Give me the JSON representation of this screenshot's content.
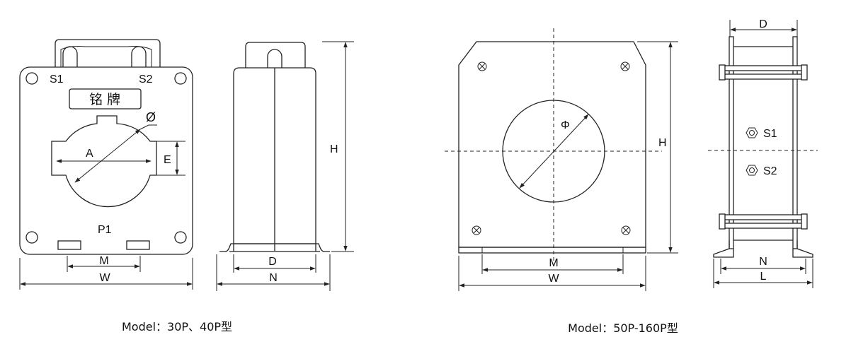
{
  "left_front": {
    "label_s1": "S1",
    "label_s2": "S2",
    "nameplate": "铭 牌",
    "label_phi": "Ø",
    "label_a": "A",
    "label_e": "E",
    "label_p1": "P1",
    "label_m": "M",
    "label_w": "W"
  },
  "left_side": {
    "label_h": "H",
    "label_d": "D",
    "label_n": "N"
  },
  "right_front": {
    "label_phi": "Φ",
    "label_h": "H",
    "label_m": "M",
    "label_w": "W"
  },
  "right_side": {
    "label_d": "D",
    "label_s1": "S1",
    "label_s2": "S2",
    "label_n": "N",
    "label_l": "L"
  },
  "captions": {
    "left": "Model：30P、40P型",
    "right": "Model：50P-160P型"
  }
}
